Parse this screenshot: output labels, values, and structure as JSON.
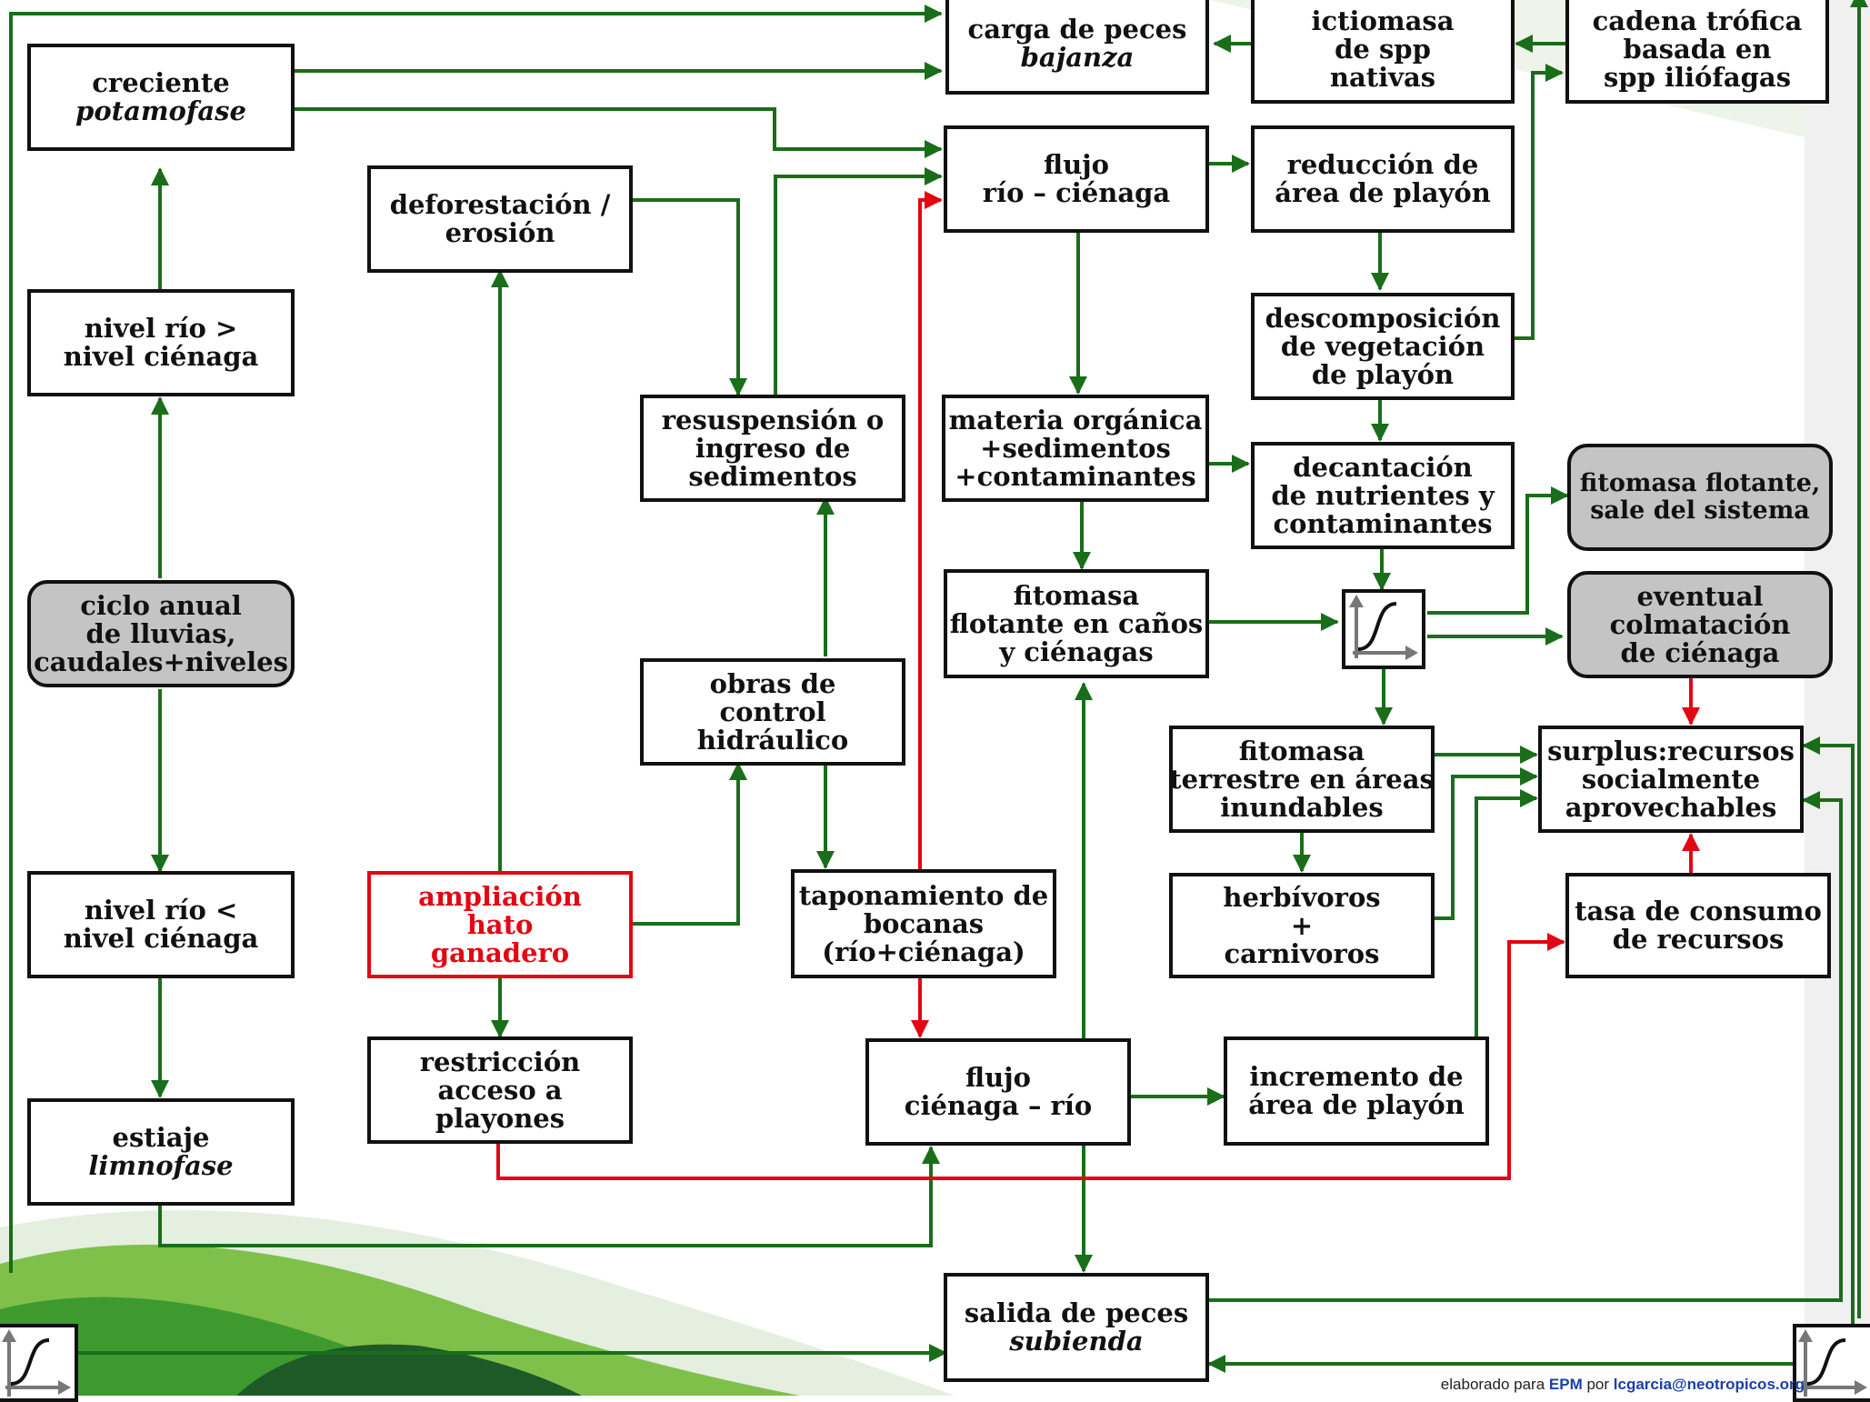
{
  "colors": {
    "positive": "#1a6e1a",
    "negative": "#e30613",
    "box_border": "#111111",
    "rounded_fill": "#c4c4c4"
  },
  "nodes": {
    "carga_peces": {
      "lines": [
        "carga de peces"
      ],
      "italic": "bajanza"
    },
    "ictiomasa": {
      "lines": [
        "ictiomasa",
        "de spp",
        "nativas"
      ]
    },
    "cadena_trofica": {
      "lines": [
        "cadena trófica",
        "basada en",
        "spp iliófagas"
      ]
    },
    "creciente": {
      "lines": [
        "creciente"
      ],
      "italic": "potamofase"
    },
    "flujo_rio_cienaga": {
      "lines": [
        "flujo",
        "río – ciénaga"
      ]
    },
    "reduccion_playon": {
      "lines": [
        "reducción de",
        "área de playón"
      ]
    },
    "deforestacion": {
      "lines": [
        "deforestación /",
        "erosión"
      ]
    },
    "nivel_rio_mayor": {
      "lines": [
        "nivel río >",
        "nivel ciénaga"
      ]
    },
    "descomposicion": {
      "lines": [
        "descomposición",
        "de vegetación",
        "de playón"
      ]
    },
    "resuspension": {
      "lines": [
        "resuspensión o",
        "ingreso de",
        "sedimentos"
      ]
    },
    "materia_organica": {
      "lines": [
        "materia orgánica",
        "+sedimentos",
        "+contaminantes"
      ]
    },
    "decantacion": {
      "lines": [
        "decantación",
        "de nutrientes y",
        "contaminantes"
      ]
    },
    "fitomasa_sale": {
      "lines": [
        "fitomasa flotante,",
        "sale del sistema"
      ]
    },
    "ciclo_anual": {
      "lines": [
        "ciclo anual",
        "de lluvias,",
        "caudales+niveles"
      ]
    },
    "fitomasa_flotante": {
      "lines": [
        "fitomasa",
        "flotante en caños",
        "y ciénagas"
      ]
    },
    "colmatacion": {
      "lines": [
        "eventual",
        "colmatación",
        "de ciénaga"
      ]
    },
    "obras_control": {
      "lines": [
        "obras de",
        "control",
        "hidráulico"
      ]
    },
    "fitomasa_terrestre": {
      "lines": [
        "fitomasa",
        "terrestre en áreas",
        "inundables"
      ]
    },
    "surplus": {
      "lines": [
        "surplus:recursos",
        "socialmente",
        "aprovechables"
      ]
    },
    "nivel_rio_menor": {
      "lines": [
        "nivel río <",
        "nivel ciénaga"
      ]
    },
    "ampliacion_hato": {
      "lines": [
        "ampliación",
        "hato",
        "ganadero"
      ]
    },
    "taponamiento": {
      "lines": [
        "taponamiento de",
        "bocanas",
        "(río+ciénaga)"
      ]
    },
    "herbivoros": {
      "lines": [
        "herbívoros",
        "+",
        "carnivoros"
      ]
    },
    "tasa_consumo": {
      "lines": [
        "tasa de consumo",
        "de recursos"
      ]
    },
    "restriccion": {
      "lines": [
        "restricción",
        "acceso a",
        "playones"
      ]
    },
    "flujo_cienaga_rio": {
      "lines": [
        "flujo",
        "ciénaga – río"
      ]
    },
    "incremento_playon": {
      "lines": [
        "incremento de",
        "área de playón"
      ]
    },
    "estiaje": {
      "lines": [
        "estiaje"
      ],
      "italic": "limnofase"
    },
    "salida_peces": {
      "lines": [
        "salida de peces"
      ],
      "italic": "subienda"
    }
  },
  "credit": {
    "prefix": "elaborado para ",
    "org": "EPM",
    "middle": " por ",
    "email": "lcgarcia@neotropicos.org"
  }
}
